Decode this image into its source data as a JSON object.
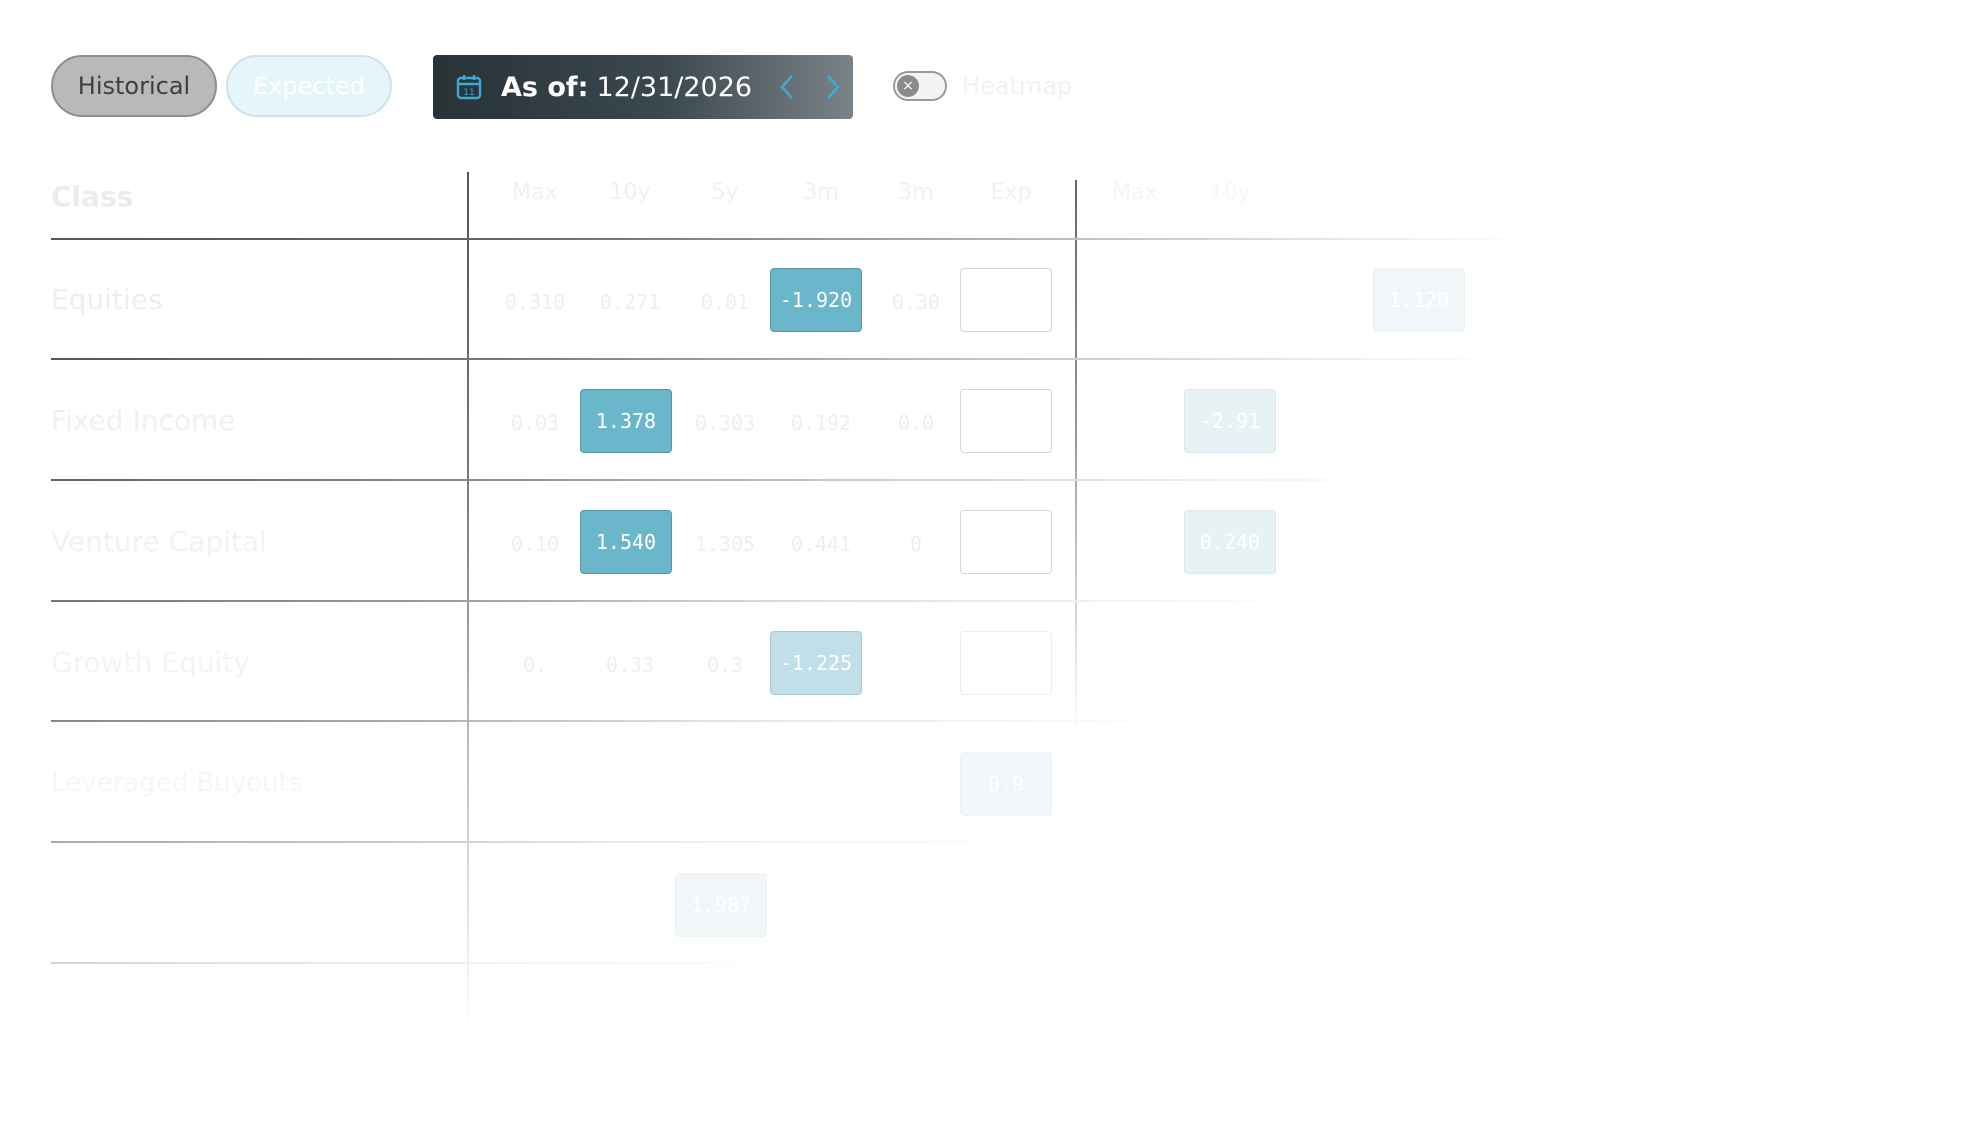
{
  "toolbar": {
    "tabs": [
      {
        "label": "Historical",
        "active": true
      },
      {
        "label": "Expected",
        "active": false
      }
    ],
    "date": {
      "prefix": "As of:",
      "value": "12/31/2026"
    },
    "toggle": {
      "label": "Heatmap",
      "on": false
    },
    "icons": [
      "calendar-icon",
      "chevron-left-icon",
      "chevron-right-icon",
      "close-icon"
    ]
  },
  "table": {
    "class_header": "Class",
    "period_columns": [
      "Max",
      "10y",
      "5y",
      "3m",
      "3m",
      "Exp"
    ],
    "extra_columns": [
      "Max",
      "10y"
    ],
    "rows": [
      {
        "label": "Equities",
        "values": [
          "0.310",
          "0.271",
          "0.01",
          "-1.920",
          "0.30",
          ""
        ],
        "extra": [
          "",
          "",
          "",
          "1.120"
        ]
      },
      {
        "label": "Fixed Income",
        "values": [
          "0.03",
          "1.378",
          "0.303",
          "0.192",
          "0.0",
          ""
        ],
        "extra": [
          "",
          "-2.91"
        ]
      },
      {
        "label": "Venture Capital",
        "values": [
          "0.10",
          "1.540",
          "1.305",
          "0.441",
          "0",
          ""
        ],
        "extra": [
          "",
          "0.240"
        ]
      },
      {
        "label": "Growth Equity",
        "values": [
          "0.",
          "0.33",
          "0.3",
          "-1.225",
          "",
          ""
        ],
        "extra": []
      },
      {
        "label": "Leveraged Buyouts",
        "values": [
          "",
          "",
          "",
          "",
          "",
          "0.9"
        ],
        "extra": []
      },
      {
        "label": "",
        "values": [
          "",
          "",
          "1.987",
          "",
          "",
          ""
        ],
        "extra": []
      }
    ]
  },
  "colors": {
    "accent": "#6ab7cb",
    "accent_border": "#5a95a6",
    "dark": "#283237"
  }
}
